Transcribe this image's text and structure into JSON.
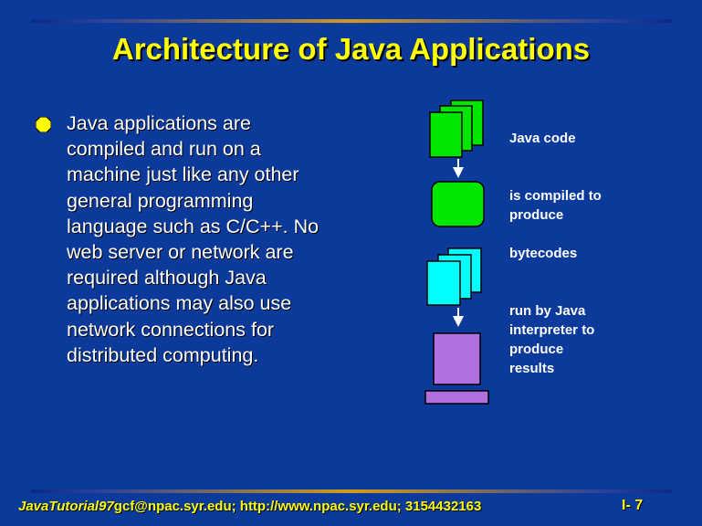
{
  "slide": {
    "title": "Architecture of Java Applications",
    "bullet_text": "Java applications are\ncompiled and run on a\nmachine just like any other\ngeneral programming\nlanguage such as C/C++.  No\nweb server or network are\nrequired although Java\napplications may also use\nnetwork connections for\ndistributed computing."
  },
  "diagram": {
    "labels": {
      "java_code": "Java code",
      "compiled": "is compiled to\nproduce",
      "bytecodes": "bytecodes",
      "interpreter": "run by Java\ninterpreter to\nproduce\nresults"
    },
    "colors": {
      "code_pages": "#00e600",
      "compiler": "#00e600",
      "bytecode_pages": "#00ffff",
      "computer": "#b070e0",
      "arrows": "#ffffff"
    }
  },
  "footer": {
    "tutorial": "JavaTutorial97",
    "contact": "gcf@npac.syr.edu; http://www.npac.syr.edu; 3154432163",
    "slide_number": "I- 7"
  },
  "colors": {
    "background": "#0b3a9b",
    "title": "#ffff00",
    "text": "#ffffff",
    "footer": "#ffff00",
    "rule": "#d39a1c"
  }
}
